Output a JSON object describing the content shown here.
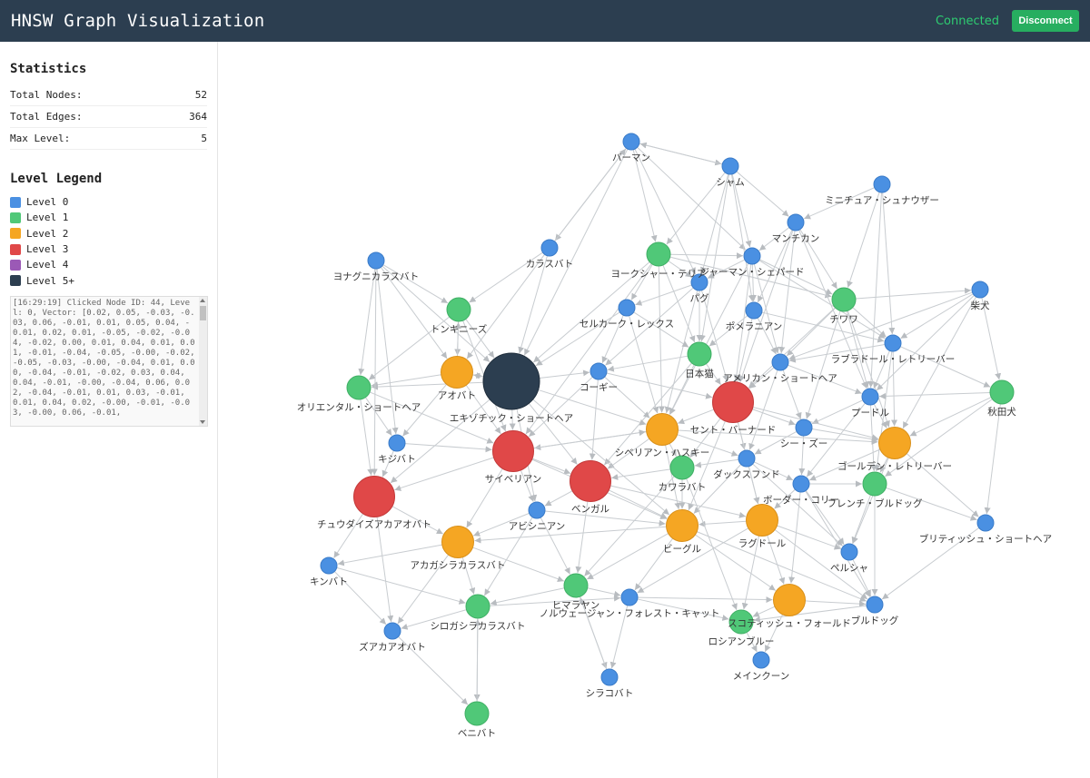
{
  "header": {
    "title": "HNSW Graph Visualization",
    "status": "Connected",
    "disconnect_label": "Disconnect"
  },
  "stats": {
    "title": "Statistics",
    "rows": [
      {
        "label": "Total Nodes:",
        "value": "52"
      },
      {
        "label": "Total Edges:",
        "value": "364"
      },
      {
        "label": "Max Level:",
        "value": "5"
      }
    ]
  },
  "legend": {
    "title": "Level Legend",
    "items": [
      {
        "label": "Level 0",
        "color": "#4a90e2"
      },
      {
        "label": "Level 1",
        "color": "#50c878"
      },
      {
        "label": "Level 2",
        "color": "#f5a623"
      },
      {
        "label": "Level 3",
        "color": "#e04848"
      },
      {
        "label": "Level 4",
        "color": "#9b59b6"
      },
      {
        "label": "Level 5+",
        "color": "#2c3e50"
      }
    ]
  },
  "log": {
    "text": "[16:29:19] Clicked Node ID: 44, Level: 0, Vector: [0.02, 0.05, -0.03, -0.03, 0.06, -0.01, 0.01, 0.05, 0.04, -0.01, 0.02, 0.01, -0.05, -0.02, -0.04, -0.02, 0.00, 0.01, 0.04, 0.01, 0.01, -0.01, -0.04, -0.05, -0.00, -0.02, -0.05, -0.03, -0.00, -0.04, 0.01, 0.00, -0.04, -0.01, -0.02, 0.03, 0.04, 0.04, -0.01, -0.00, -0.04, 0.06, 0.02, -0.04, -0.01, 0.01, 0.03, -0.01, 0.01, 0.04, 0.02, -0.00, -0.01, -0.03, -0.00, 0.06, -0.01,"
  },
  "graph": {
    "nodes": [
      {
        "label": "バーマン",
        "level": 0
      },
      {
        "label": "シャム",
        "level": 0
      },
      {
        "label": "ミニチュア・シュナウザー",
        "level": 0
      },
      {
        "label": "マンチカン",
        "level": 0
      },
      {
        "label": "カラスバト",
        "level": 0
      },
      {
        "label": "ヨークシャー・テリア",
        "level": 1
      },
      {
        "label": "ジャーマン・シェパード",
        "level": 0
      },
      {
        "label": "ヨナグニカラスバト",
        "level": 0
      },
      {
        "label": "パグ",
        "level": 0
      },
      {
        "label": "チワワ",
        "level": 1
      },
      {
        "label": "柴犬",
        "level": 0
      },
      {
        "label": "トンキニーズ",
        "level": 1
      },
      {
        "label": "セルカーク・レックス",
        "level": 0
      },
      {
        "label": "ポメラニアン",
        "level": 0
      },
      {
        "label": "ラブラドール・レトリーバー",
        "level": 0
      },
      {
        "label": "日本猫",
        "level": 1
      },
      {
        "label": "アオバト",
        "level": 2
      },
      {
        "label": "エキゾチック・ショートヘア",
        "level": 5
      },
      {
        "label": "コーギー",
        "level": 0
      },
      {
        "label": "アメリカン・ショートヘア",
        "level": 0
      },
      {
        "label": "オリエンタル・ショートヘア",
        "level": 1
      },
      {
        "label": "秋田犬",
        "level": 1
      },
      {
        "label": "プードル",
        "level": 0
      },
      {
        "label": "セント・バーナード",
        "level": 3
      },
      {
        "label": "シベリアン・ハスキー",
        "level": 2
      },
      {
        "label": "シー・ズー",
        "level": 0
      },
      {
        "label": "ゴールデン・レトリーバー",
        "level": 2
      },
      {
        "label": "キジバト",
        "level": 0
      },
      {
        "label": "サイベリアン",
        "level": 3
      },
      {
        "label": "ダックスフンド",
        "level": 0
      },
      {
        "label": "カワラバト",
        "level": 1
      },
      {
        "label": "ベンガル",
        "level": 3
      },
      {
        "label": "ボーダー・コリー",
        "level": 0
      },
      {
        "label": "フレンチ・ブルドッグ",
        "level": 1
      },
      {
        "label": "チュウダイズアカアオバト",
        "level": 3
      },
      {
        "label": "アビシニアン",
        "level": 0
      },
      {
        "label": "ラグドール",
        "level": 2
      },
      {
        "label": "ビーグル",
        "level": 2
      },
      {
        "label": "アカガシラカラスバト",
        "level": 2
      },
      {
        "label": "ブリティッシュ・ショートヘア",
        "level": 0
      },
      {
        "label": "ペルシャ",
        "level": 0
      },
      {
        "label": "キンバト",
        "level": 0
      },
      {
        "label": "ヒマラヤン",
        "level": 1
      },
      {
        "label": "ノルウェージャン・フォレスト・キャット",
        "level": 0
      },
      {
        "label": "シロガシラカラスバト",
        "level": 1
      },
      {
        "label": "スコティッシュ・フォールド",
        "level": 2
      },
      {
        "label": "ブルドッグ",
        "level": 0
      },
      {
        "label": "ロシアンブルー",
        "level": 1
      },
      {
        "label": "ズアカアオバト",
        "level": 0
      },
      {
        "label": "メインクーン",
        "level": 0
      },
      {
        "label": "シラコバト",
        "level": 0
      },
      {
        "label": "ベニバト",
        "level": 1
      }
    ]
  }
}
